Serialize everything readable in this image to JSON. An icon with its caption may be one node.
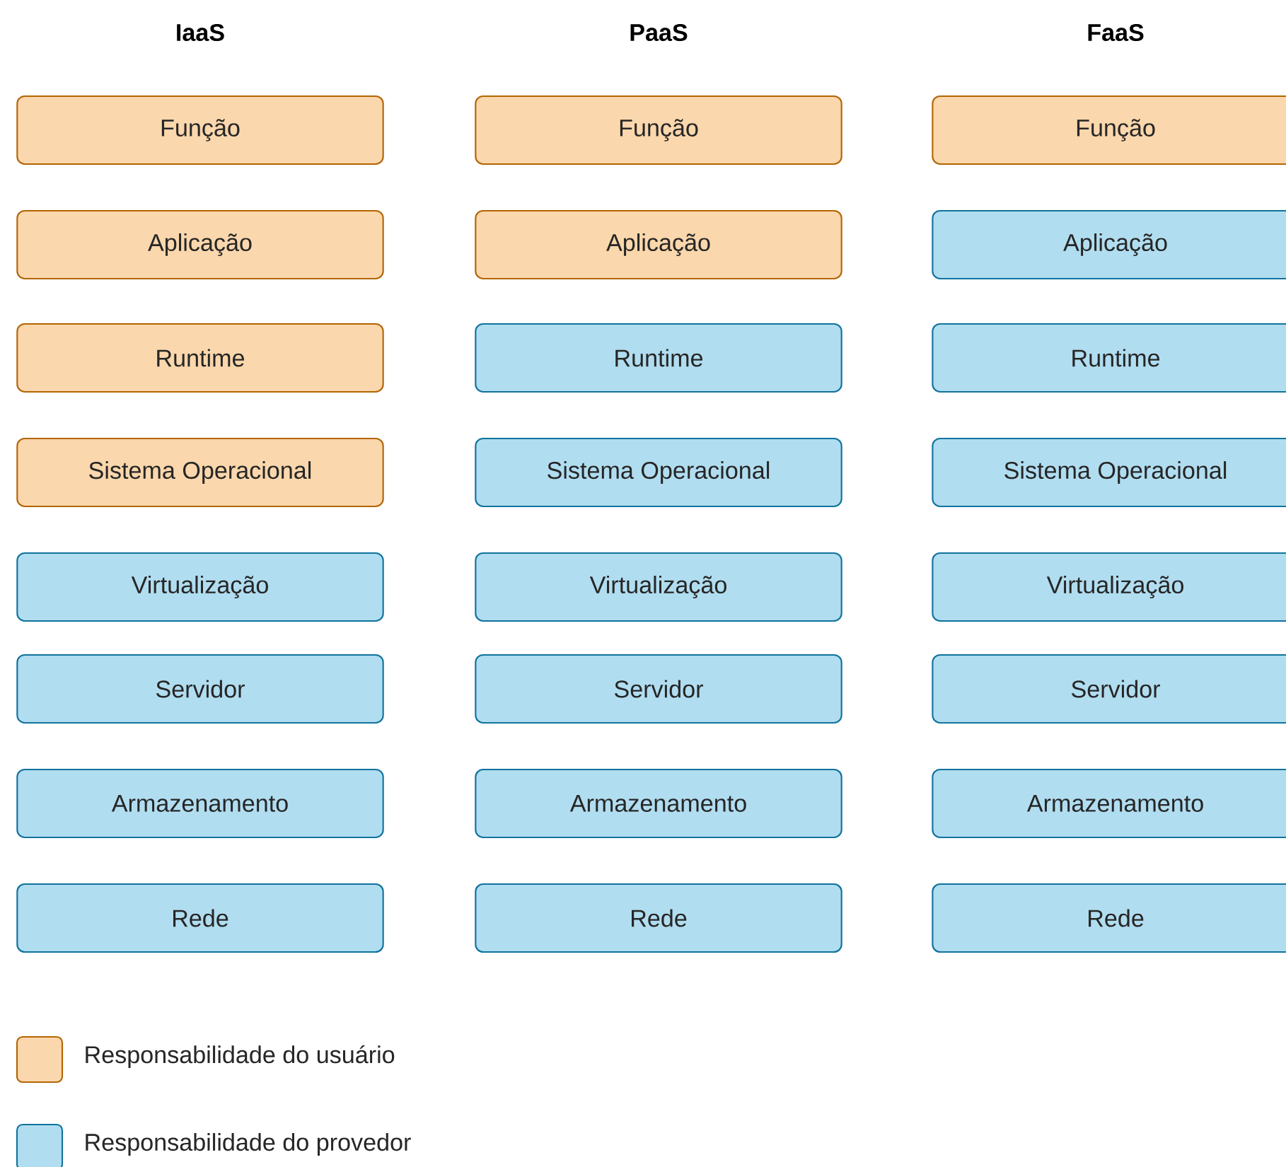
{
  "diagram": {
    "nodes": [
      {
        "text": [
          "Função"
        ]
      },
      {
        "text": [
          "Aplicação"
        ]
      },
      {
        "text": [
          "Runtime"
        ]
      },
      {
        "text": [
          "Sistema Operacional"
        ]
      },
      {
        "text": [
          "Virtualização"
        ]
      },
      {
        "text": [
          "Servidor"
        ]
      },
      {
        "text": [
          "Armazenamento"
        ]
      },
      {
        "text": [
          "Rede"
        ]
      },
      {
        "text": [
          "Função"
        ]
      },
      {
        "text": [
          "Aplicação"
        ]
      },
      {
        "text": [
          "Runtime"
        ]
      },
      {
        "text": [
          "Sistema Operacional"
        ]
      },
      {
        "text": [
          "Virtualização"
        ]
      },
      {
        "text": [
          "Servidor"
        ]
      },
      {
        "text": [
          "Armazenamento"
        ]
      },
      {
        "text": [
          "Rede"
        ]
      },
      {
        "text": [
          "Função"
        ]
      },
      {
        "text": [
          "Aplicação"
        ]
      },
      {
        "text": [
          "Runtime"
        ]
      },
      {
        "text": [
          "Sistema Operacional"
        ]
      },
      {
        "text": [
          "Virtualização"
        ]
      },
      {
        "text": [
          "Servidor"
        ]
      },
      {
        "text": [
          "Armazenamento"
        ]
      },
      {
        "text": [
          "Rede"
        ]
      }
    ],
    "labels": [
      "IaaS",
      "PaaS",
      "FaaS"
    ],
    "legend": [
      {
        "text": "Responsabilidade do usuário",
        "color": "#fad7ac"
      },
      {
        "text": "Responsabilidade do provedor",
        "color": "#b1ddf0"
      }
    ]
  }
}
